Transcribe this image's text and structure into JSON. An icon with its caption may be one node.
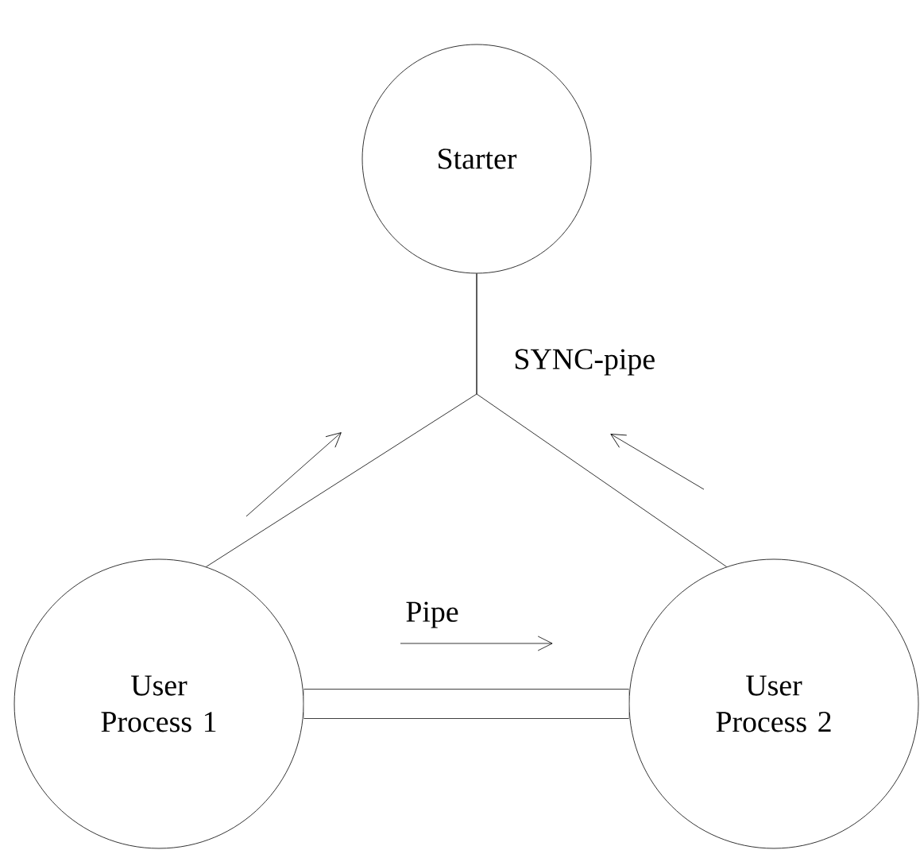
{
  "diagram": {
    "nodes": [
      {
        "text": [
          "Starter"
        ]
      },
      {
        "text": [
          "User Process 1"
        ]
      },
      {
        "text": [
          "User Process 2"
        ]
      }
    ],
    "edges": [
      {
        "from": 1,
        "to": 0,
        "arrow": "none",
        "label": "SYNC-pipe"
      },
      {
        "from": 2,
        "to": 0,
        "arrow": "none"
      },
      {
        "from": 1,
        "to": 2,
        "arrow": "none",
        "label": "Pipe",
        "style": "thick"
      }
    ]
  }
}
